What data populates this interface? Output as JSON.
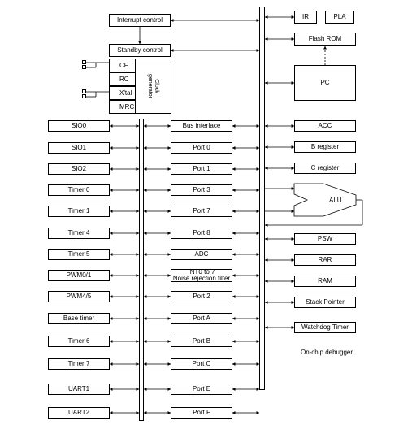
{
  "diagram": {
    "control": {
      "interrupt": "Interrupt control",
      "standby": "Standby control"
    },
    "clock": {
      "sources": [
        "CF",
        "RC",
        "X'tal",
        "MRC"
      ],
      "generator": [
        "Clock",
        "generator"
      ]
    },
    "bus_interface": "Bus interface",
    "left_blocks": [
      "SIO0",
      "SIO1",
      "SIO2",
      "Timer 0",
      "Timer 1",
      "Timer 4",
      "Timer 5",
      "PWM0/1",
      "PWM4/5",
      "Base timer",
      "Timer 6",
      "Timer 7",
      "UART1",
      "UART2"
    ],
    "ports": [
      "Port 0",
      "Port 1",
      "Port 3",
      "Port 7",
      "Port 8",
      "ADC",
      [
        "INT0 to 7",
        "Noise rejection filter"
      ],
      "Port 2",
      "Port A",
      "Port B",
      "Port C",
      "Port E",
      "Port F"
    ],
    "right_top": {
      "ir": "IR",
      "pla": "PLA",
      "flash_rom": "Flash ROM",
      "pc": "PC"
    },
    "right_blocks": [
      "ACC",
      "B register",
      "C register"
    ],
    "alu": "ALU",
    "right_lower": [
      "PSW",
      "RAR",
      "RAM",
      "Stack Pointer",
      "Watchdog Timer"
    ],
    "debugger": "On-chip debugger"
  }
}
